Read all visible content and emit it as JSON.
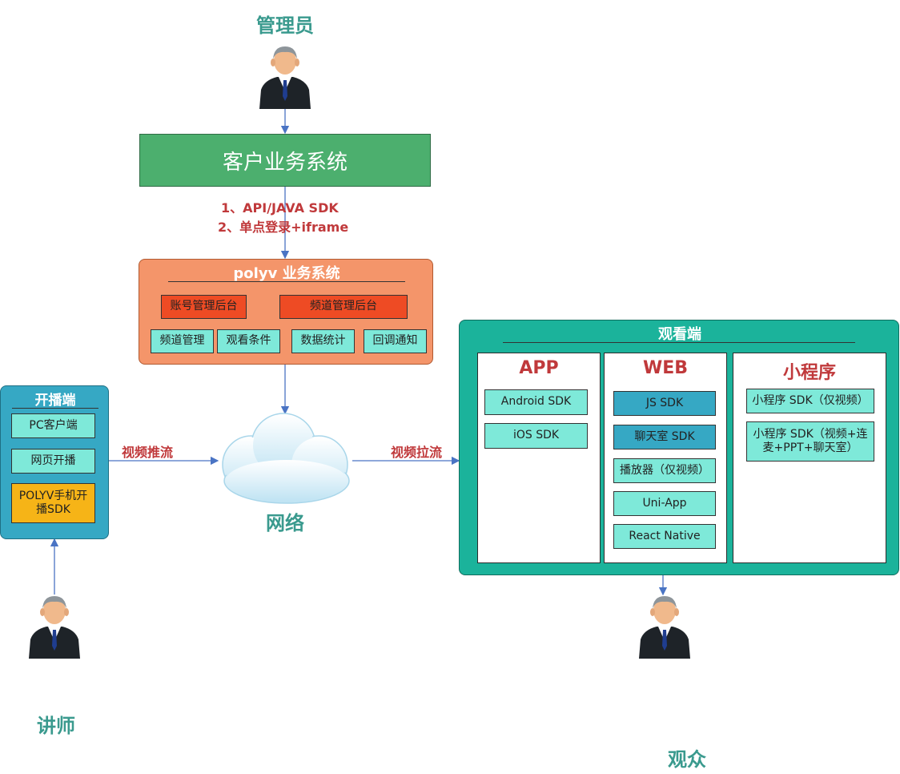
{
  "roles": {
    "admin": "管理员",
    "teacher": "讲师",
    "audience": "观众"
  },
  "customer_system": {
    "label": "客户业务系统"
  },
  "integration": {
    "line1": "1、API/JAVA SDK",
    "line2": "2、单点登录+iframe"
  },
  "polyv": {
    "title": "polyv 业务系统",
    "account_admin": "账号管理后台",
    "channel_admin": "频道管理后台",
    "items": [
      "频道管理",
      "观看条件",
      "数据统计",
      "回调通知"
    ]
  },
  "broadcast": {
    "title": "开播端",
    "items": [
      "PC客户端",
      "网页开播",
      "POLYV手机开播SDK"
    ]
  },
  "network": {
    "label": "网络"
  },
  "edges": {
    "push": "视频推流",
    "pull": "视频拉流"
  },
  "viewer": {
    "title": "观看端",
    "app": {
      "title": "APP",
      "items": [
        "Android SDK",
        "iOS SDK"
      ]
    },
    "web": {
      "title": "WEB",
      "items": [
        "JS SDK",
        "聊天室 SDK",
        "播放器（仅视频）",
        "Uni-App",
        "React Native"
      ]
    },
    "mini": {
      "title": "小程序",
      "items": [
        "小程序 SDK（仅视频）",
        "小程序 SDK（视频+连麦+PPT+聊天室）"
      ]
    }
  },
  "colors": {
    "customer_green": "#4caf6e",
    "polyv_orange": "#f4956a",
    "broadcast_blue": "#36a8c4",
    "viewer_teal": "#1bb39b",
    "accent_red": "#c0393b",
    "role_teal": "#3a9a8e"
  },
  "icons": {
    "person": "businessman-icon",
    "cloud": "cloud-icon"
  }
}
